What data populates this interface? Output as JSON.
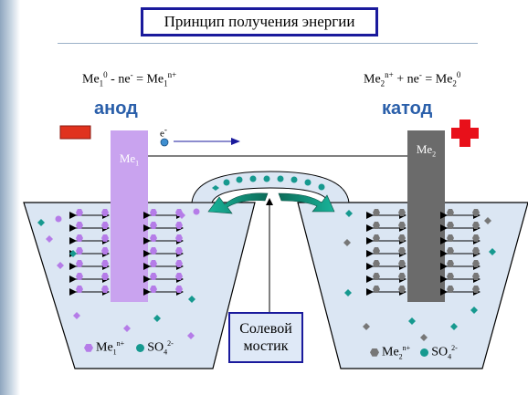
{
  "title": "Принцип получения энергии",
  "anode": {
    "label": "анод",
    "equation": {
      "me1": "Me",
      "me1_sub": "1",
      "me1_sup": "0",
      "mid": " - ne",
      "mid_sup": "-",
      "eq": " = Me",
      "me2_sub": "1",
      "me2_sup": "n+"
    },
    "electrode_label": "Me",
    "electrode_sub": "1",
    "color": "#c9a3ef"
  },
  "cathode": {
    "label": "катод",
    "equation": {
      "me1": "Me",
      "me1_sub": "2",
      "me1_sup": "n+",
      "mid": " + ne",
      "mid_sup": "-",
      "eq": " = Me",
      "me2_sub": "2",
      "me2_sup": "0"
    },
    "electrode_label": "Me",
    "electrode_sub": "2",
    "color": "#6b6b6b"
  },
  "electron": {
    "symbol": "e",
    "sup": "-"
  },
  "salt_bridge": {
    "line1": "Солевой",
    "line2": "мостик"
  },
  "legend_left": {
    "ion": "Me",
    "ion_sub": "1",
    "ion_sup": "n+",
    "anion": "SO",
    "anion_sub": "4",
    "anion_sup": "2-"
  },
  "legend_right": {
    "ion": "Me",
    "ion_sub": "2",
    "ion_sup": "n+",
    "anion": "SO",
    "anion_sub": "4",
    "anion_sup": "2-"
  },
  "colors": {
    "anode_ion": "#b57ce8",
    "cathode_ion": "#777777",
    "sulfate": "#16998f",
    "title_border": "#1a1a9c",
    "label_blue": "#2a5faa",
    "minus_sign": "#e0321e",
    "plus_sign": "#e8101a",
    "solution": "#dbe6f3",
    "arrow_green": "#129b80"
  },
  "icons": [
    "minus-sign-icon",
    "plus-sign-icon",
    "electron-icon",
    "arrow-icon"
  ]
}
